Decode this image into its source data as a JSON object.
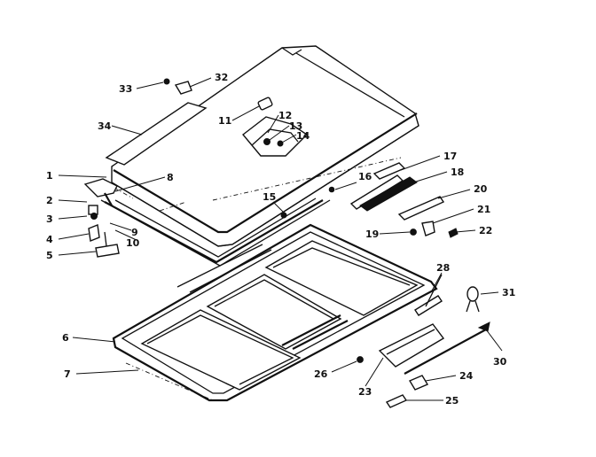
{
  "diagram": {
    "type": "exploded-parts-diagram",
    "callouts": [
      "1",
      "2",
      "3",
      "4",
      "5",
      "6",
      "7",
      "8",
      "9",
      "10",
      "11",
      "12",
      "13",
      "14",
      "15",
      "16",
      "17",
      "18",
      "19",
      "20",
      "21",
      "22",
      "23",
      "24",
      "25",
      "26",
      "28",
      "30",
      "31",
      "32",
      "33",
      "34"
    ]
  }
}
